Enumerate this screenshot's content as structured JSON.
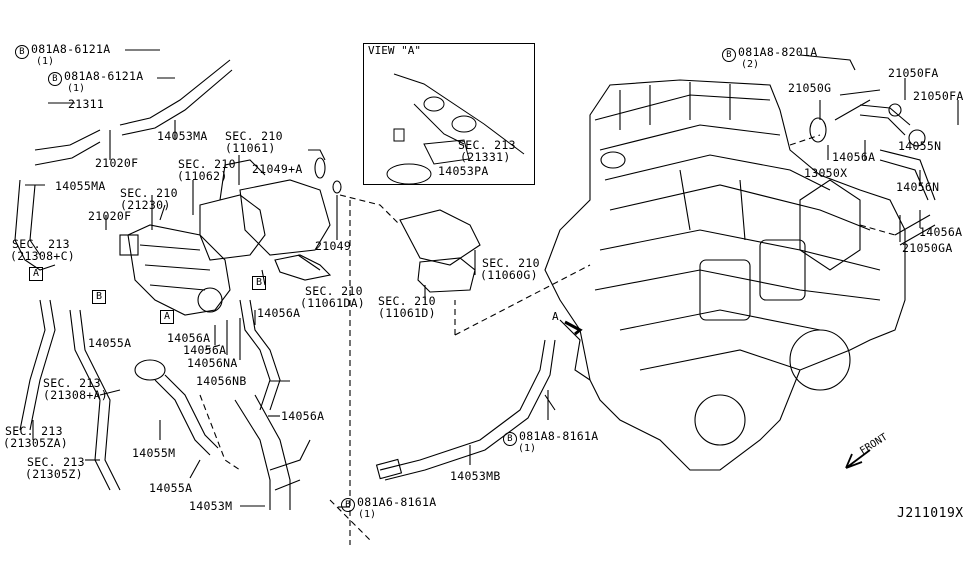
{
  "diagram": {
    "title": "Water Hose & Piping parts diagram",
    "diagram_code": "J211019X",
    "front_label": "FRONT",
    "view_a": {
      "title": "VIEW \"A\"",
      "labels": [
        {
          "id": "sec213-21331",
          "line1": "SEC. 213",
          "line2": "(21331)"
        },
        {
          "id": "14053PA",
          "line1": "14053PA"
        }
      ]
    },
    "direction_marker": "A",
    "ref_boxes": [
      {
        "id": "box-a-left",
        "text": "A"
      },
      {
        "id": "box-b-left",
        "text": "B"
      },
      {
        "id": "box-a-pump",
        "text": "A"
      },
      {
        "id": "box-b-pump",
        "text": "B"
      }
    ],
    "bolts": [
      {
        "id": "bolt-081A8-6121A-top",
        "circle": "B",
        "part": "081A8-6121A",
        "qty": "(1)"
      },
      {
        "id": "bolt-081A8-6121A-mid",
        "circle": "B",
        "part": "081A8-6121A",
        "qty": "(1)"
      },
      {
        "id": "bolt-081A8-8201A",
        "circle": "B",
        "part": "081A8-8201A",
        "qty": "(2)"
      },
      {
        "id": "bolt-081A8-8161A",
        "circle": "B",
        "part": "081A8-8161A",
        "qty": "(1)"
      },
      {
        "id": "bolt-081A6-8161A",
        "circle": "B",
        "part": "081A6-8161A",
        "qty": "(1)"
      }
    ],
    "part_labels": [
      {
        "id": "21311",
        "text": "21311"
      },
      {
        "id": "14053MA",
        "text": "14053MA"
      },
      {
        "id": "21020F-top",
        "text": "21020F"
      },
      {
        "id": "14055MA",
        "text": "14055MA"
      },
      {
        "id": "21020F-mid",
        "text": "21020F"
      },
      {
        "id": "21049A",
        "text": "21049+A"
      },
      {
        "id": "21049",
        "text": "21049"
      },
      {
        "id": "21050G",
        "text": "21050G"
      },
      {
        "id": "21050FA-1",
        "text": "21050FA"
      },
      {
        "id": "21050FA-2",
        "text": "21050FA"
      },
      {
        "id": "14056A-right1",
        "text": "14056A"
      },
      {
        "id": "14055N",
        "text": "14055N"
      },
      {
        "id": "13050X",
        "text": "13050X"
      },
      {
        "id": "14056N",
        "text": "14056N"
      },
      {
        "id": "14056A-right2",
        "text": "14056A"
      },
      {
        "id": "21050GA",
        "text": "21050GA"
      },
      {
        "id": "14056A-c1",
        "text": "14056A"
      },
      {
        "id": "14056A-c2",
        "text": "14056A"
      },
      {
        "id": "14056A-c3",
        "text": "14056A"
      },
      {
        "id": "14056NA",
        "text": "14056NA"
      },
      {
        "id": "14055A-top",
        "text": "14055A"
      },
      {
        "id": "14056NB",
        "text": "14056NB"
      },
      {
        "id": "14056A-c4",
        "text": "14056A"
      },
      {
        "id": "14055M",
        "text": "14055M"
      },
      {
        "id": "14055A-bottom",
        "text": "14055A"
      },
      {
        "id": "14053M",
        "text": "14053M"
      },
      {
        "id": "14053MB",
        "text": "14053MB"
      }
    ],
    "section_refs": [
      {
        "id": "sec210-11061",
        "line1": "SEC. 210",
        "line2": "(11061)"
      },
      {
        "id": "sec210-11062",
        "line1": "SEC. 210",
        "line2": "(11062)"
      },
      {
        "id": "sec210-21230",
        "line1": "SEC. 210",
        "line2": "(21230)"
      },
      {
        "id": "sec213-21308C",
        "line1": "SEC. 213",
        "line2": "(21308+C)"
      },
      {
        "id": "sec210-11061DA",
        "line1": "SEC. 210",
        "line2": "(11061DA)"
      },
      {
        "id": "sec210-11060G",
        "line1": "SEC. 210",
        "line2": "(11060G)"
      },
      {
        "id": "sec210-11061D",
        "line1": "SEC. 210",
        "line2": "(11061D)"
      },
      {
        "id": "sec213-21308A",
        "line1": "SEC. 213",
        "line2": "(21308+A)"
      },
      {
        "id": "sec213-21305ZA",
        "line1": "SEC. 213",
        "line2": "(21305ZA)"
      },
      {
        "id": "sec213-21305Z",
        "line1": "SEC. 213",
        "line2": "(21305Z)"
      }
    ]
  }
}
